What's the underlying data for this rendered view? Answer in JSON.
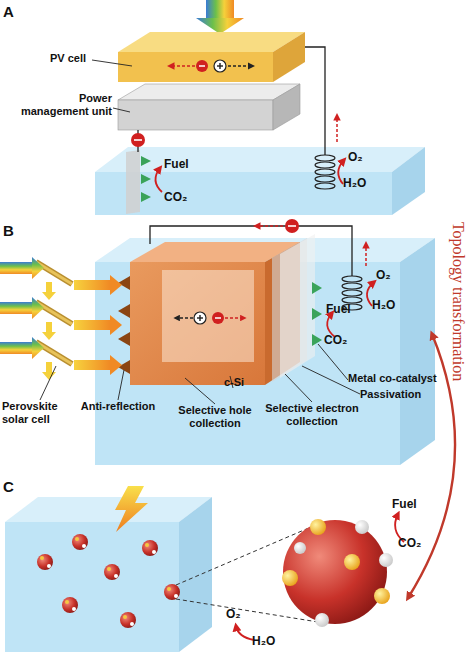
{
  "diagram": {
    "labels": [
      "A",
      "PV cell",
      "Power management unit",
      "Fuel",
      "CO₂",
      "O₂",
      "H₂O",
      "B",
      "Fuel",
      "CO₂",
      "O₂",
      "H₂O",
      "Perovskite solar cell",
      "Anti-reflection",
      "Selective hole collection",
      "c-Si",
      "Selective electron collection",
      "Passivation",
      "Metal co-catalyst",
      "Topology transformation",
      "C",
      "Fuel",
      "CO₂",
      "O₂",
      "H₂O"
    ]
  }
}
